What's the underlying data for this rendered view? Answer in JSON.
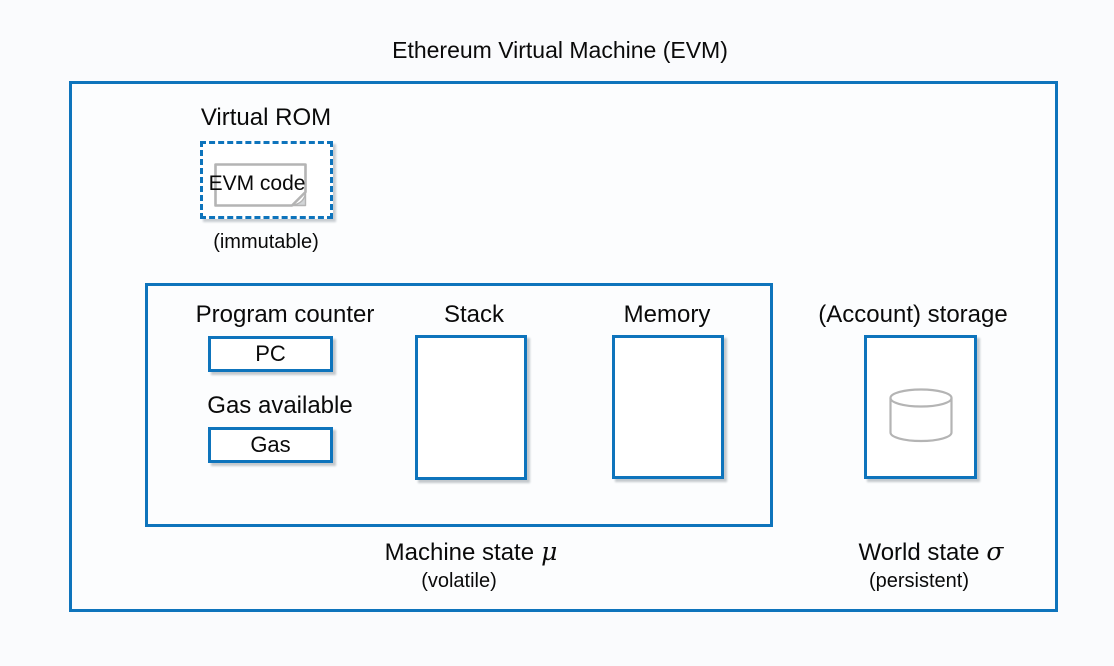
{
  "title": "Ethereum Virtual Machine (EVM)",
  "colors": {
    "accent_blue": "#0e74bc",
    "neutral_border": "#b4b4b4",
    "shadow_gray": "#c3c8cc",
    "background": "#fafbfd"
  },
  "icons": {
    "evm_code_shape": "note-icon",
    "storage_shape": "database-cylinder-icon"
  },
  "virtual_rom": {
    "label": "Virtual ROM",
    "note_label": "EVM code",
    "caption": "(immutable)"
  },
  "machine_state": {
    "program_counter_label": "Program counter",
    "pc_box_label": "PC",
    "gas_label": "Gas available",
    "gas_box_label": "Gas",
    "stack_label": "Stack",
    "memory_label": "Memory",
    "caption_main": "Machine state",
    "caption_symbol": "μ",
    "caption_sub": "(volatile)"
  },
  "world_state": {
    "storage_label": "(Account) storage",
    "caption_main": "World state",
    "caption_symbol": "σ",
    "caption_sub": "(persistent)"
  }
}
